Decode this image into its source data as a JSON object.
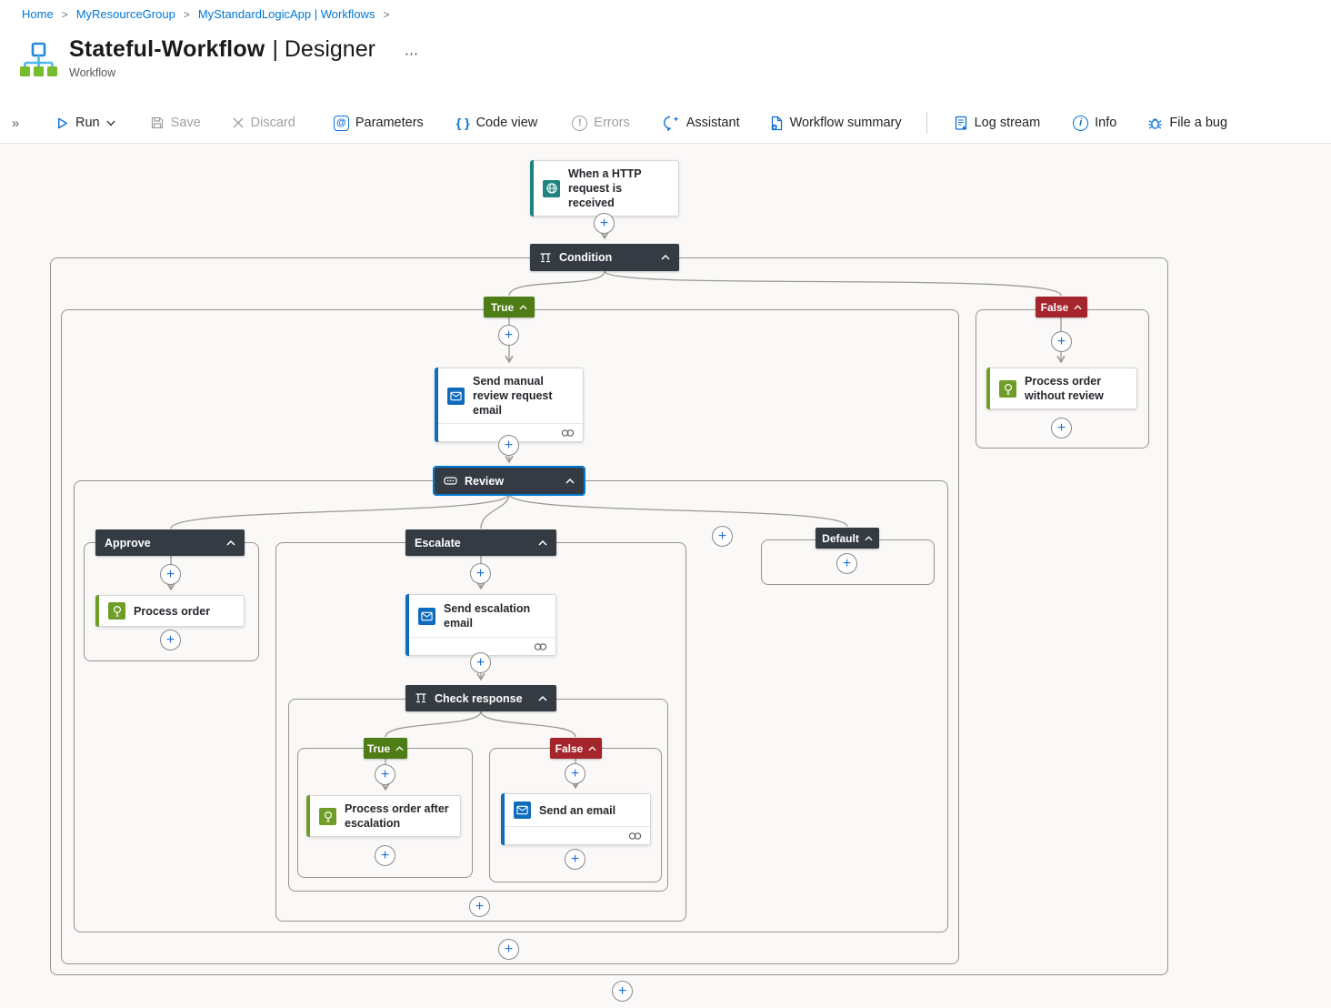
{
  "breadcrumb": {
    "separator": ">",
    "items": [
      {
        "label": "Home"
      },
      {
        "label": "MyResourceGroup"
      },
      {
        "label": "MyStandardLogicApp | Workflows"
      }
    ]
  },
  "header": {
    "title": "Stateful-Workflow",
    "title_view": "| Designer",
    "more": "⋯",
    "subtitle": "Workflow",
    "app_icon": "logic-app-workflow-icon"
  },
  "toolbar": {
    "expand_glyph": "»",
    "items": [
      {
        "label": "Run",
        "icon": "play-icon",
        "enabled": true,
        "has_dropdown": true
      },
      {
        "label": "Save",
        "icon": "save-icon",
        "enabled": false
      },
      {
        "label": "Discard",
        "icon": "discard-x-icon",
        "enabled": false
      },
      {
        "label": "Parameters",
        "icon": "parameters-at-icon",
        "enabled": true
      },
      {
        "label": "Code view",
        "icon": "code-braces-icon",
        "enabled": true
      },
      {
        "label": "Errors",
        "icon": "error-circle-icon",
        "enabled": false
      },
      {
        "label": "Assistant",
        "icon": "assistant-chat-icon",
        "enabled": true
      },
      {
        "label": "Workflow summary",
        "icon": "summary-doc-icon",
        "enabled": true
      },
      {
        "label": "Log stream",
        "icon": "log-stream-icon",
        "enabled": true
      },
      {
        "label": "Info",
        "icon": "info-circle-icon",
        "enabled": true
      },
      {
        "label": "File a bug",
        "icon": "bug-icon",
        "enabled": true
      }
    ],
    "code_glyph": "{ }",
    "at_glyph": "@",
    "bang_glyph": "!",
    "info_glyph": "i"
  },
  "canvas": {
    "plus": "+",
    "trigger": {
      "title": "When a HTTP request is received",
      "icon": "http-request-icon"
    },
    "condition": {
      "title": "Condition",
      "icon": "condition-icon"
    },
    "true_branch": {
      "label": "True"
    },
    "false_branch": {
      "label": "False"
    },
    "send_manual_review": {
      "title": "Send manual review request email",
      "icon": "outlook-mail-icon"
    },
    "review": {
      "title": "Review",
      "icon": "switch-icon",
      "selected": true
    },
    "approve": {
      "label": "Approve"
    },
    "process_order": {
      "title": "Process order",
      "icon": "process-action-icon"
    },
    "escalate": {
      "label": "Escalate"
    },
    "send_escalation": {
      "title": "Send escalation email",
      "icon": "outlook-mail-icon"
    },
    "check_response": {
      "title": "Check response",
      "icon": "condition-icon"
    },
    "cr_true": {
      "label": "True"
    },
    "process_order_after": {
      "title": "Process order after escalation",
      "icon": "process-action-icon"
    },
    "cr_false": {
      "label": "False"
    },
    "send_email": {
      "title": "Send an email",
      "icon": "outlook-mail-icon"
    },
    "default_case": {
      "label": "Default"
    },
    "process_order_without": {
      "title": "Process order without review",
      "icon": "process-action-icon"
    }
  },
  "colors": {
    "accent_blue": "#0078d4",
    "node_dark": "#353b43",
    "true_green": "#4e7d15",
    "false_red": "#a4262c",
    "trigger_teal": "#1f8480",
    "action_green": "#6f9e28",
    "connector_gray": "#9a9894",
    "canvas_bg": "#faf9f8"
  }
}
